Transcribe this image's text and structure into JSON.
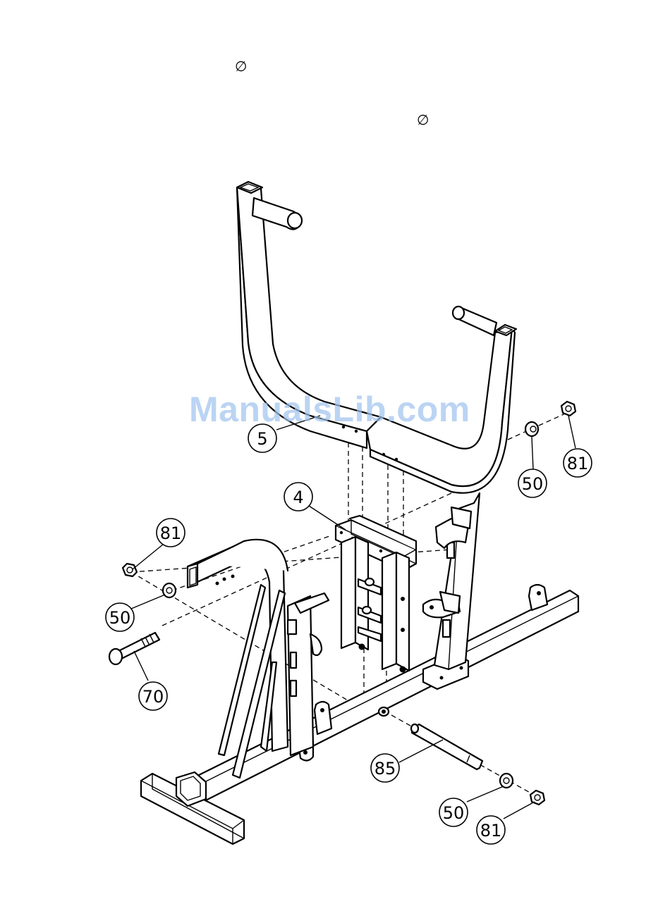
{
  "symbols": {
    "diameter_1": "∅",
    "diameter_2": "∅"
  },
  "watermark": "ManualsLib.com",
  "callouts": {
    "part_5": "5",
    "part_4": "4",
    "part_81_right": "81",
    "part_50_right": "50",
    "part_81_left": "81",
    "part_50_left": "50",
    "part_70": "70",
    "part_85": "85",
    "part_50_bottom": "50",
    "part_81_bottom": "81"
  }
}
